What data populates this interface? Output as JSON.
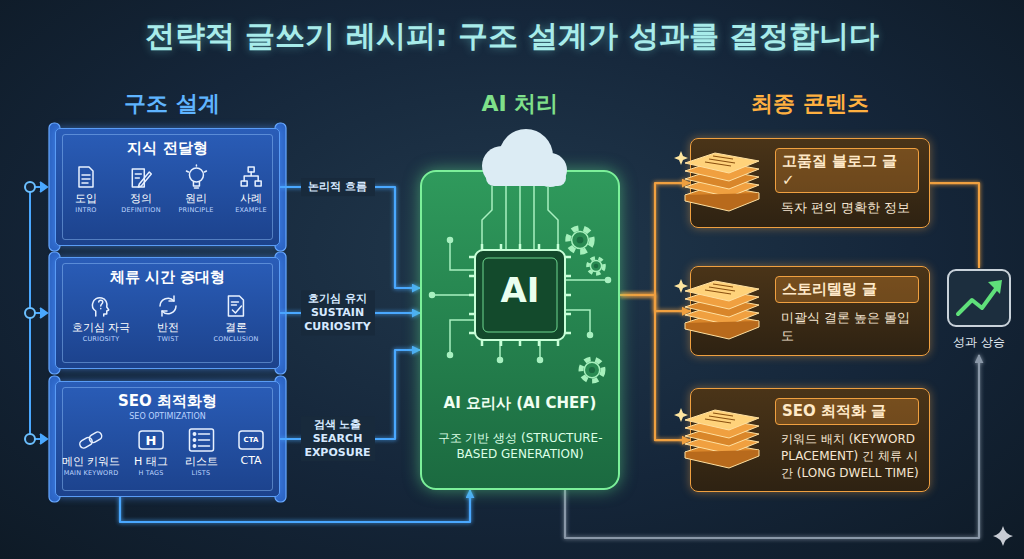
{
  "diagram": {
    "title": "전략적 글쓰기 레시피: 구조 설계가 성과를 결정합니다",
    "nodes": [
      {
        "text": [
          "지식 전달형"
        ]
      },
      {
        "text": [
          "도입",
          "INTRO"
        ],
        "in": 0
      },
      {
        "text": [
          "정의",
          "DEFINITION"
        ],
        "in": 0
      },
      {
        "text": [
          "원리",
          "PRINCIPLE"
        ],
        "in": 0
      },
      {
        "text": [
          "사례",
          "EXAMPLE"
        ],
        "in": 0
      },
      {
        "text": [
          "체류 시간 증대형"
        ]
      },
      {
        "text": [
          "호기심 자극",
          "CURIOSITY"
        ],
        "in": 5
      },
      {
        "text": [
          "반전",
          "TWIST"
        ],
        "in": 5
      },
      {
        "text": [
          "결론",
          "CONCLUSION"
        ],
        "in": 5
      },
      {
        "text": [
          "SEO 최적화형",
          "SEO OPTIMIZATION"
        ]
      },
      {
        "text": [
          "메인 키워드",
          "MAIN KEYWORD"
        ],
        "in": 9
      },
      {
        "text": [
          "H 태그",
          "H TAGS"
        ],
        "in": 9
      },
      {
        "text": [
          "리스트",
          "LISTS"
        ],
        "in": 9
      },
      {
        "text": [
          "CTA"
        ],
        "in": 9
      },
      {
        "text": [
          "AI",
          "AI 요리사 (AI CHEF)",
          "구조 기반 생성 (STRUCTURE-BASED GENERATION)"
        ]
      },
      {
        "text": [
          "고품질 블로그 글 ✓",
          "독자 편의 명확한 정보"
        ]
      },
      {
        "text": [
          "스토리텔링 글",
          "미괄식 결론 높은 몰입도"
        ]
      },
      {
        "text": [
          "SEO 최적화 글",
          "키워드 배치 (KEYWORD PLACEMENT) 긴 체류 시간 (LONG DWELL TIME)"
        ]
      },
      {
        "text": [
          "성과 상승"
        ]
      }
    ],
    "edges": [
      {
        "from": 0,
        "to": 14,
        "arrow": "to",
        "label": "논리적 흐름"
      },
      {
        "from": 5,
        "to": 14,
        "arrow": "to",
        "label": "호기심 유지 SUSTAIN CURIOSITY"
      },
      {
        "from": 9,
        "to": 14,
        "arrow": "to",
        "label": "검색 노출 SEARCH EXPOSURE"
      },
      {
        "from": 9,
        "to": 14,
        "arrow": "to"
      },
      {
        "from": 14,
        "to": 15,
        "arrow": "to"
      },
      {
        "from": 14,
        "to": 16,
        "arrow": "to"
      },
      {
        "from": 14,
        "to": 17,
        "arrow": "to"
      },
      {
        "from": 15,
        "to": 18,
        "arrow": "none"
      },
      {
        "from": 14,
        "to": 18,
        "arrow": "to"
      },
      {
        "from": 1,
        "to": 2,
        "arrow": "to"
      },
      {
        "from": 2,
        "to": 3,
        "arrow": "to"
      },
      {
        "from": 3,
        "to": 4,
        "arrow": "to"
      },
      {
        "from": 6,
        "to": 7,
        "arrow": "to"
      },
      {
        "from": 7,
        "to": 8,
        "arrow": "to"
      }
    ],
    "labels": [
      "구조 설계",
      "AI 처리",
      "최종 콘텐츠",
      "H",
      "CTA"
    ]
  }
}
